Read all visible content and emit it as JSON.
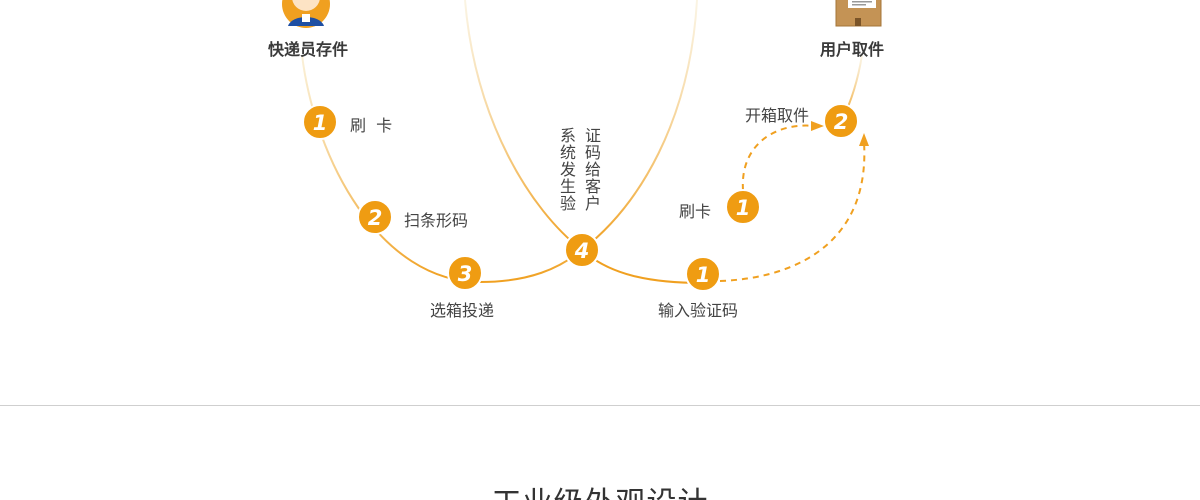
{
  "courier": {
    "title": "快递员存件",
    "steps": [
      {
        "num": "1",
        "label": "刷  卡"
      },
      {
        "num": "2",
        "label": "扫条形码"
      },
      {
        "num": "3",
        "label": "选箱投递"
      },
      {
        "num": "4",
        "label_col_right": "证码给客户",
        "label_col_left": "系统发生验"
      }
    ]
  },
  "user": {
    "title": "用户取件",
    "steps": [
      {
        "num": "1",
        "label": "输入验证码"
      },
      {
        "num": "1",
        "label": "刷卡"
      },
      {
        "num": "2",
        "label": "开箱取件"
      }
    ]
  },
  "section": {
    "title": "工业级外观设计"
  },
  "colors": {
    "accent": "#f0a020",
    "badge": "#ef9c12",
    "line_light": "#f7e0a8"
  },
  "icons": {
    "courier_avatar": "courier-avatar-icon",
    "parcel_box": "parcel-box-icon"
  }
}
